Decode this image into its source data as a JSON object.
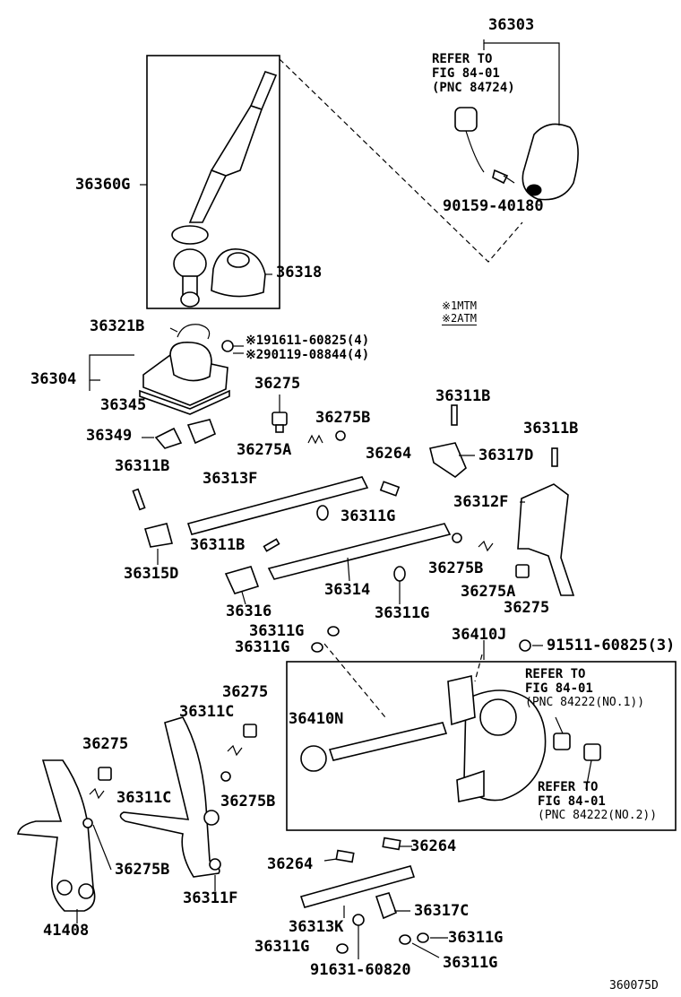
{
  "labels": {
    "p36303": "36303",
    "p36360G": "36360G",
    "p36318": "36318",
    "p90159": "90159-40180",
    "p36321B": "36321B",
    "p36304": "36304",
    "p36345": "36345",
    "p191611": "※191611-60825(4)",
    "p290119": "※290119-08844(4)",
    "p36275_a": "36275",
    "p36275B_a": "36275B",
    "p36275A_a": "36275A",
    "p36349": "36349",
    "p36311B_a": "36311B",
    "p36311B_b": "36311B",
    "p36311B_c": "36311B",
    "p36311B_d": "36311B",
    "p36317D": "36317D",
    "p36313F": "36313F",
    "p36264_a": "36264",
    "p36312F": "36312F",
    "p36311G_a": "36311G",
    "p36315D": "36315D",
    "p36275B_b": "36275B",
    "p36314": "36314",
    "p36275A_b": "36275A",
    "p36316": "36316",
    "p36311G_b": "36311G",
    "p36275_b": "36275",
    "p36311G_c": "36311G",
    "p36311G_d": "36311G",
    "p36410J": "36410J",
    "p91511": "91511-60825(3)",
    "p36275_c": "36275",
    "p36311C_a": "36311C",
    "p36410N": "36410N",
    "p36275_d": "36275",
    "p36311C_b": "36311C",
    "p36275B_c": "36275B",
    "p36275B_d": "36275B",
    "p36311F": "36311F",
    "p41408": "41408",
    "p36264_b": "36264",
    "p36264_c": "36264",
    "p36313K": "36313K",
    "p36317C": "36317C",
    "p36311G_e": "36311G",
    "p36311G_f": "36311G",
    "p36311G_g": "36311G",
    "p91631": "91631-60820",
    "drawing_no": "360075D"
  },
  "refer_notes": {
    "knob": [
      "REFER TO",
      "FIG 84-01",
      "(PNC 84724)"
    ],
    "no1": [
      "REFER TO",
      "FIG 84-01",
      "(PNC 84222(NO.1))"
    ],
    "no2": [
      "REFER TO",
      "FIG 84-01",
      "(PNC 84222(NO.2))"
    ]
  },
  "legend": {
    "line1": "※1MTM",
    "line2": "※2ATM"
  }
}
